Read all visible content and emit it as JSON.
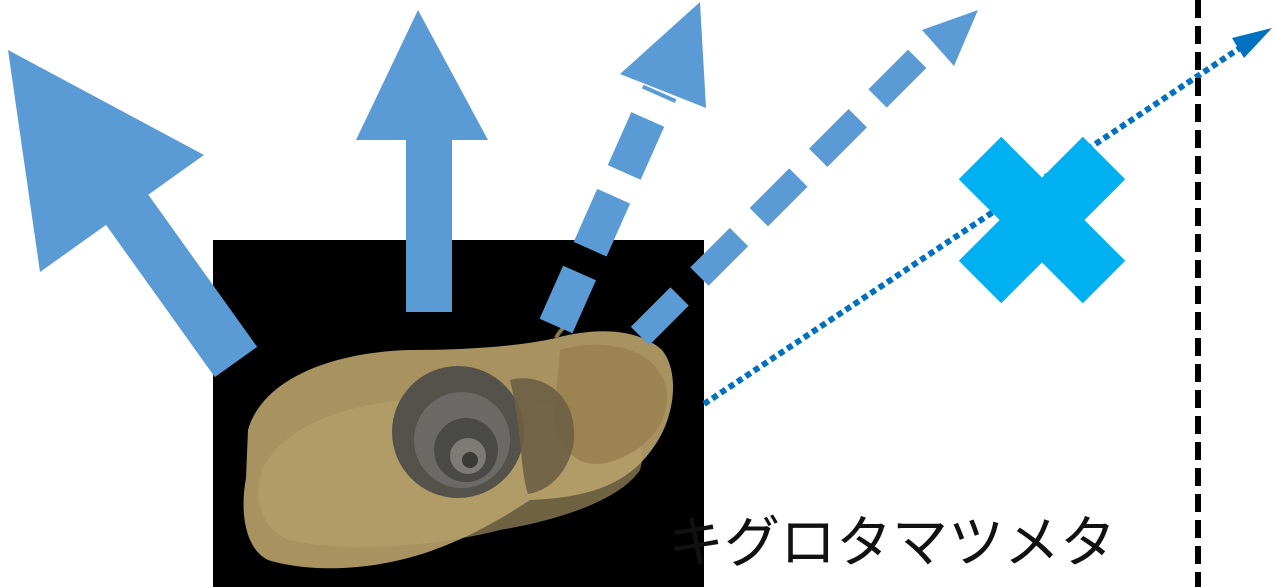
{
  "species_label": "キグロタマツメタ",
  "colors": {
    "arrow_light": "#5b9bd5",
    "arrow_dark": "#0070c0",
    "cross": "#00b0f0",
    "frame": "#000000",
    "divider": "#000000"
  },
  "icons": {
    "photo": "snail-photo",
    "blocked_marker": "x-mark-icon",
    "arrows": [
      "solid-arrow",
      "solid-arrow",
      "dashed-arrow",
      "dashed-arrow",
      "dotted-arrow"
    ]
  }
}
